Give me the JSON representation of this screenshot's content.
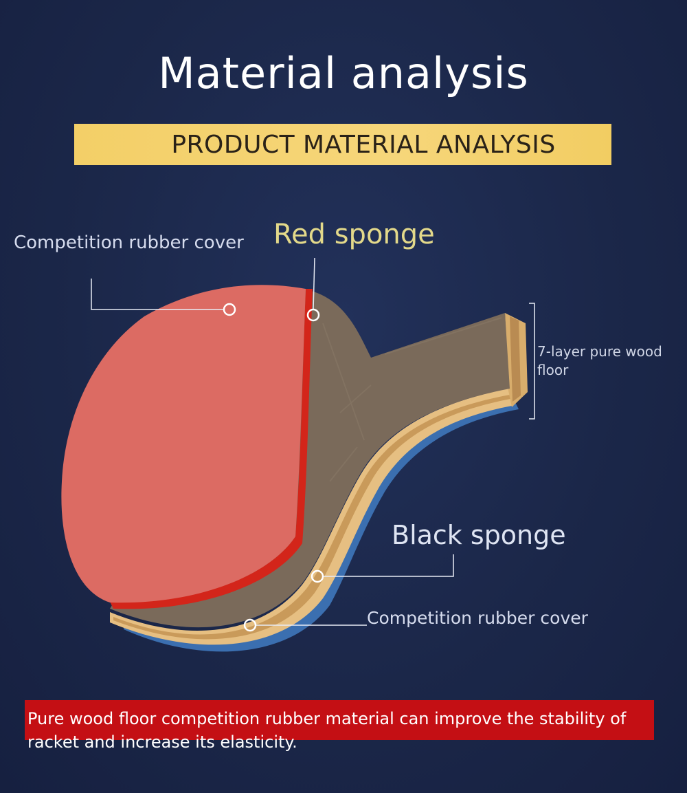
{
  "header": {
    "title": "Material analysis",
    "banner": "PRODUCT MATERIAL ANALYSIS"
  },
  "labels": {
    "cover_top": "Competition rubber cover",
    "red_sponge": "Red sponge",
    "wood": "7-layer pure wood floor",
    "black_sponge": "Black sponge",
    "cover_bottom": "Competition rubber cover"
  },
  "footer": {
    "description": "Pure wood floor competition rubber material can improve the stability of racket and increase its elasticity."
  },
  "colors": {
    "background": "#1b2749",
    "banner": "#f3cf67",
    "red_rubber": "#dc6b63",
    "red_sponge_edge": "#d3251a",
    "wood_face": "#7a6a5a",
    "wood_edge": "#e6bf82",
    "blue_layer": "#3b6fb0",
    "footer_bar": "#c40f14"
  },
  "icons": {
    "pointer_marker": "hollow-circle-marker"
  }
}
